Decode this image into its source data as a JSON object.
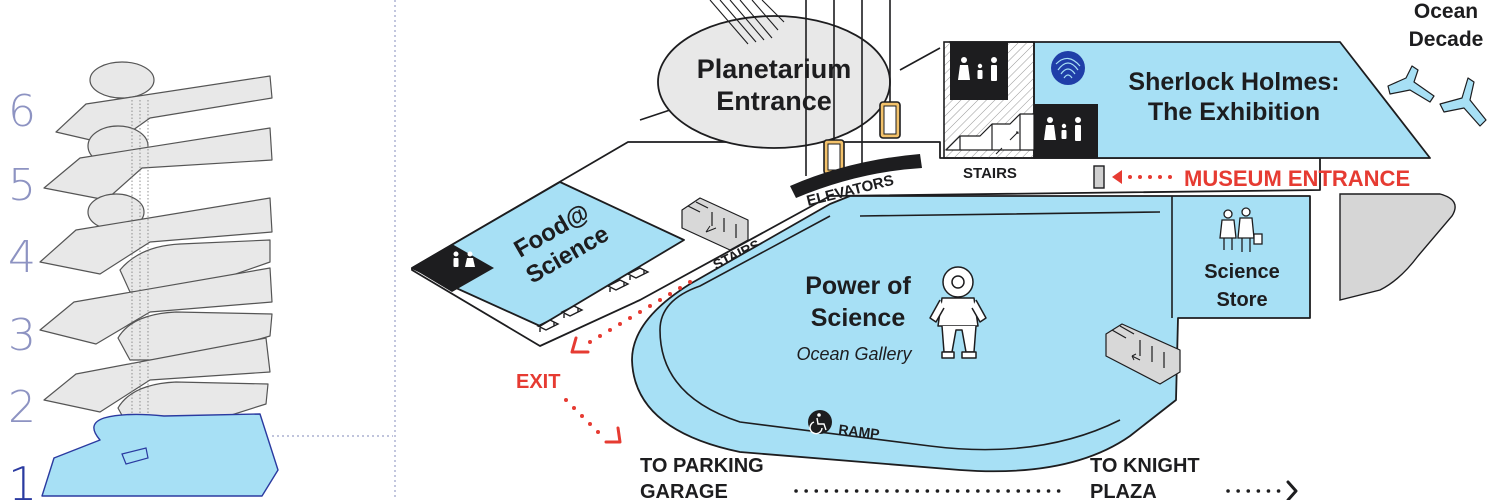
{
  "floor_selector": {
    "levels": [
      "6",
      "5",
      "4",
      "3",
      "2",
      "1"
    ],
    "active_level": "1"
  },
  "labels": {
    "planetarium_line1": "Planetarium",
    "planetarium_line2": "Entrance",
    "sherlock_line1": "Sherlock Holmes:",
    "sherlock_line2": "The Exhibition",
    "ocean_line1": "Ocean",
    "ocean_line2": "Decade",
    "food_line1": "Food@",
    "food_line2": "Science",
    "elevators": "ELEVATORS",
    "stairs_top": "STAIRS",
    "stairs_left": "STAIRS",
    "museum_entrance": "MUSEUM ENTRANCE",
    "power_line1": "Power of",
    "power_line2": "Science",
    "ocean_gallery": "Ocean Gallery",
    "store_line1": "Science",
    "store_line2": "Store",
    "exit": "EXIT",
    "ramp": "RAMP",
    "parking_line1": "TO PARKING",
    "parking_line2": "GARAGE",
    "knight_line1": "TO KNIGHT",
    "knight_line2": "PLAZA"
  },
  "colors": {
    "exhibit_fill": "#a7e0f5",
    "accent_red": "#e63b32",
    "floor_gray": "#e6e6e6",
    "outline": "#1d1d1f",
    "floor_number": "#8d93c2",
    "active_floor": "#2a3aa0"
  },
  "icons": [
    "restroom-icon",
    "family-restroom-icon",
    "stairs-icon",
    "elevator-icon",
    "accessible-icon",
    "astronaut-diving-suit-icon",
    "shoppers-icon",
    "bench-icon",
    "sherlock-fingerprint-icon",
    "y-sculpture-icon"
  ]
}
